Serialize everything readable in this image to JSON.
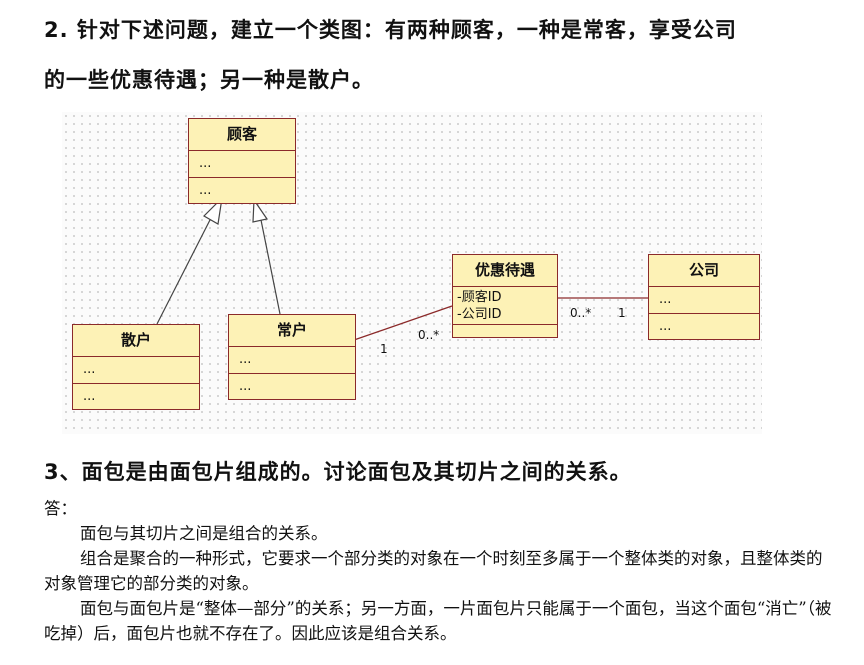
{
  "q2": {
    "line1": "2. 针对下述问题，建立一个类图：有两种顾客，一种是常客，享受公司",
    "line2": "的一些优惠待遇；另一种是散户。"
  },
  "diagram": {
    "customer": {
      "name": "顾客",
      "sec1": "...",
      "sec2": "..."
    },
    "retail": {
      "name": "散户",
      "sec1": "...",
      "sec2": "..."
    },
    "regular": {
      "name": "常户",
      "sec1": "...",
      "sec2": "..."
    },
    "discount": {
      "name": "优惠待遇",
      "attr1": "-顾客ID",
      "attr2": "-公司ID"
    },
    "company": {
      "name": "公司",
      "sec1": "...",
      "sec2": "..."
    },
    "mult_regular_side": "1",
    "mult_discount_left": "0..*",
    "mult_discount_right": "0..*",
    "mult_company_side": "1"
  },
  "q3": {
    "title": "3、面包是由面包片组成的。讨论面包及其切片之间的关系。"
  },
  "answer": {
    "label": "答：",
    "p1": "面包与其切片之间是组合的关系。",
    "p2": "组合是聚合的一种形式，它要求一个部分类的对象在一个时刻至多属于一个整体类的对象，且整体类的对象管理它的部分类的对象。",
    "p3": "面包与面包片是“整体—部分”的关系；另一方面，一片面包片只能属于一个面包，当这个面包“消亡”（被吃掉）后，面包片也就不存在了。因此应该是组合关系。"
  }
}
